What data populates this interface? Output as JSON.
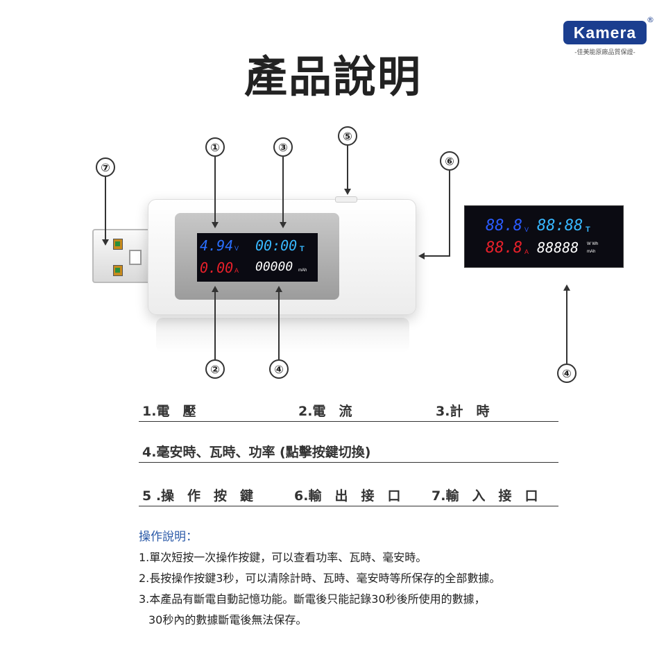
{
  "brand": {
    "logo_text": "Kamera",
    "registered_mark": "®",
    "tagline": "-佳美能原廠品質保證-"
  },
  "title": "產品說明",
  "callouts": {
    "c1": "①",
    "c2": "②",
    "c3": "③",
    "c4": "④",
    "c5": "⑤",
    "c6": "⑥",
    "c7": "⑦"
  },
  "device_screen": {
    "voltage": "4.94",
    "voltage_unit": "V",
    "timer": "00:00",
    "timer_unit": "T",
    "current": "0.00",
    "current_unit": "A",
    "capacity": "00000",
    "capacity_unit": "mAh"
  },
  "reference_screen": {
    "voltage": "88.8",
    "voltage_unit": "V",
    "timer": "88:88",
    "timer_unit": "T",
    "current": "88.8",
    "current_unit": "A",
    "capacity": "88888",
    "capacity_unit_top": "W Wh",
    "capacity_unit_bottom": "mAh"
  },
  "legend": {
    "row1": {
      "item1": "1.電　壓",
      "item2": "2.電　流",
      "item3": "3.計　時"
    },
    "row2": {
      "item4": "4.毫安時、瓦時、功率 (點擊按鍵切換)"
    },
    "row3": {
      "item5": "5 .操　作　按　鍵",
      "item6": "6.輸　出　接　口",
      "item7": "7.輸　入　接　口"
    }
  },
  "operation": {
    "title": "操作說明：",
    "line1": "1.單次短按一次操作按鍵，可以查看功率、瓦時、毫安時。",
    "line2": "2.長按操作按鍵3秒，可以清除計時、瓦時、毫安時等所保存的全部數據。",
    "line3": "3.本產品有斷電自動記憶功能。斷電後只能記錄30秒後所使用的數據，",
    "line4": "30秒內的數據斷電後無法保存。"
  },
  "colors": {
    "brand_blue": "#1b3e8f",
    "seg_blue": "#2a6fff",
    "seg_cyan": "#38b8ff",
    "seg_red": "#e8202a",
    "ops_title": "#2b5aa8"
  }
}
